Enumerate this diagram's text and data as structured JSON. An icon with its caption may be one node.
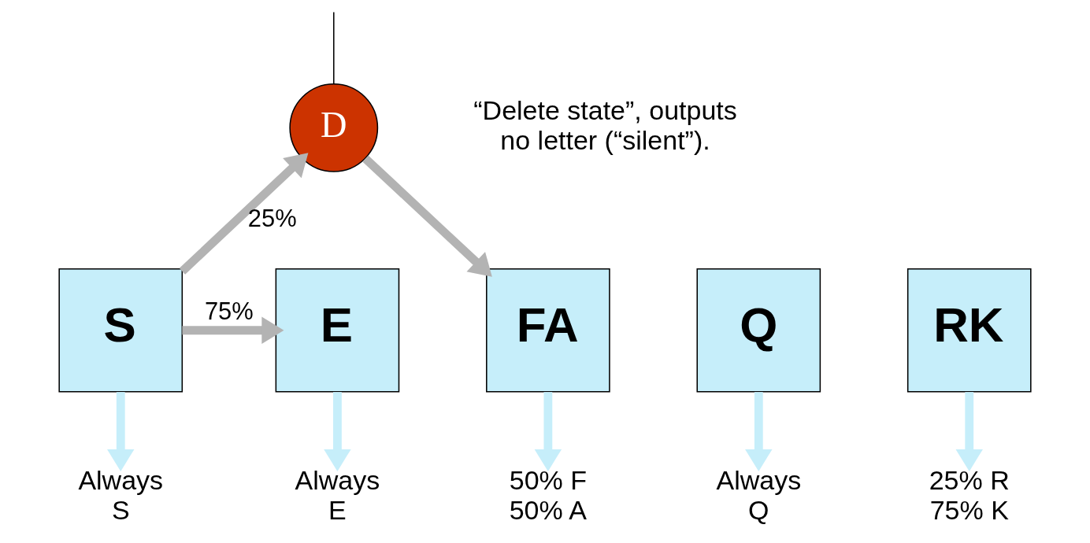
{
  "diagram": {
    "nodes": [
      {
        "text": [
          "D"
        ],
        "beside": [
          "“Delete state”, outputs no letter (“silent”)."
        ]
      },
      {
        "text": [
          "S"
        ]
      },
      {
        "text": [
          "E"
        ]
      },
      {
        "text": [
          "FA"
        ]
      },
      {
        "text": [
          "Q"
        ]
      },
      {
        "text": [
          "RK"
        ]
      },
      {
        "text": [
          "Always S"
        ]
      },
      {
        "text": [
          "Always E"
        ]
      },
      {
        "text": [
          "50% F 50% A"
        ]
      },
      {
        "text": [
          "Always Q"
        ]
      },
      {
        "text": [
          "25% R 75% K"
        ]
      }
    ],
    "edges": [
      {
        "from": null,
        "to": 0,
        "arrow": "none",
        "color": "#000000"
      },
      {
        "from": 1,
        "to": 0,
        "arrow": "to",
        "label": "25%",
        "color": "#b3b3b3"
      },
      {
        "from": 1,
        "to": 2,
        "arrow": "to",
        "label": "75%",
        "color": "#b3b3b3"
      },
      {
        "from": 0,
        "to": 3,
        "arrow": "to",
        "color": "#b3b3b3"
      },
      {
        "from": 1,
        "to": 6,
        "arrow": "to"
      },
      {
        "from": 2,
        "to": 7,
        "arrow": "to"
      },
      {
        "from": 3,
        "to": 8,
        "arrow": "to"
      },
      {
        "from": 4,
        "to": 9,
        "arrow": "to"
      },
      {
        "from": 5,
        "to": 10,
        "arrow": "to"
      }
    ]
  }
}
